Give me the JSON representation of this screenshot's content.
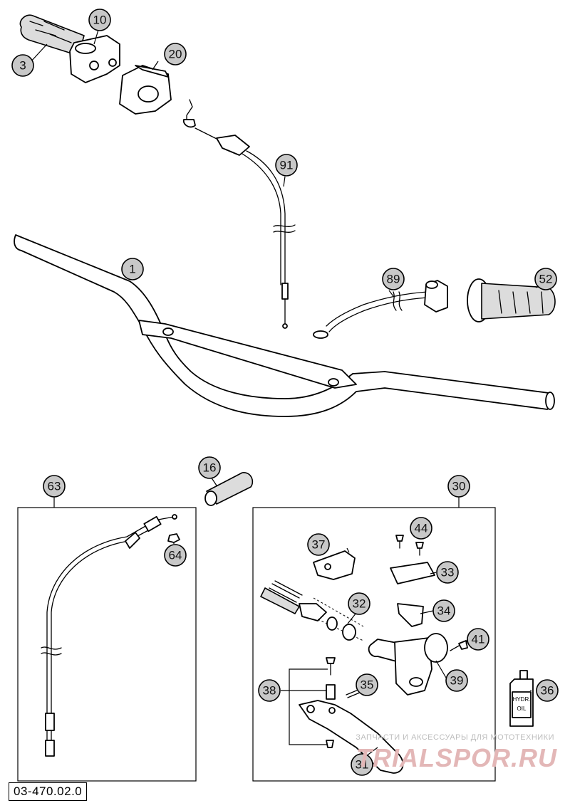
{
  "drawing_number": "03-470.02.0",
  "watermark": {
    "tagline": "ЗАПЧАСТИ И АКСЕССУАРЫ ДЛЯ МОТОТЕХНИКИ",
    "logo": "TRIALSPOR.RU"
  },
  "oil_bottle_label": [
    "HYDR.",
    "OIL"
  ],
  "callouts": {
    "c1": "1",
    "c3": "3",
    "c10": "10",
    "c16": "16",
    "c20": "20",
    "c30": "30",
    "c31": "31",
    "c32": "32",
    "c33": "33",
    "c34": "34",
    "c35": "35",
    "c36": "36",
    "c37": "37",
    "c38": "38",
    "c39": "39",
    "c41": "41",
    "c44": "44",
    "c52": "52",
    "c63": "63",
    "c64": "64",
    "c89": "89",
    "c91": "91"
  }
}
